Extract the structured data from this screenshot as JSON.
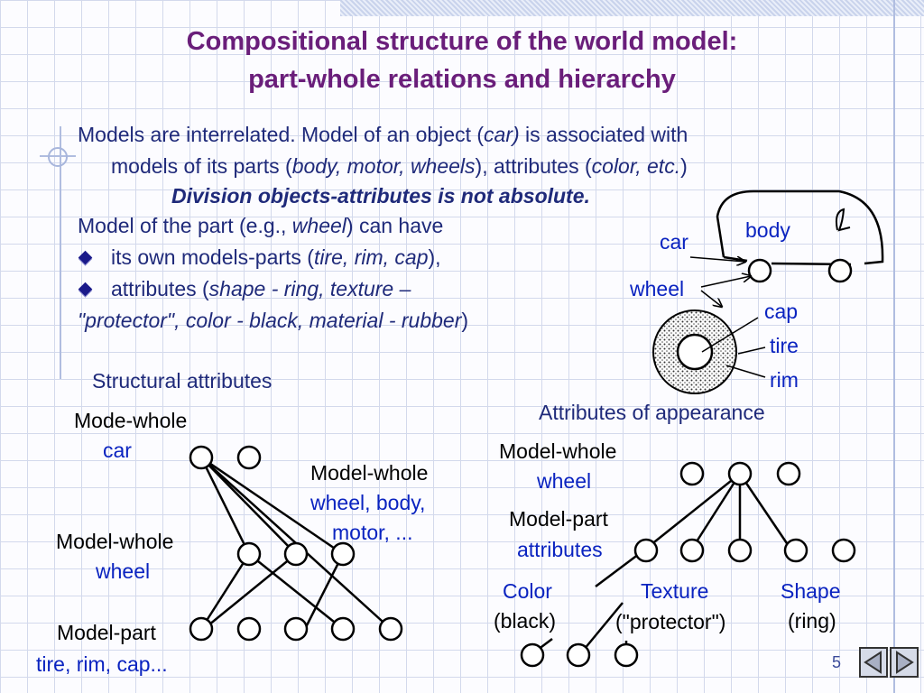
{
  "slide": {
    "title_line1": "Compositional structure of the world model:",
    "title_line2": "part-whole relations and hierarchy",
    "page_number": "5"
  },
  "intro": {
    "l1_a": "Models are interrelated. Model of an object (",
    "l1_b": "car)",
    "l1_c": " is associated with",
    "l2_a": "models of its parts (",
    "l2_b": "body, motor, wheels",
    "l2_c": "), attributes (",
    "l2_d": "color, etc.",
    "l2_e": ")",
    "l3": "Division objects-attributes is not absolute.",
    "l4_a": "Model of the part (e.g.,",
    "l4_b": "wheel",
    "l4_c": ") can have",
    "b1_a": "its own models-parts (",
    "b1_b": "tire, rim, cap",
    "b1_c": "),",
    "b2_a": "attributes (",
    "b2_b": "shape - ring, texture –",
    "l7_a": "\"protector\", color - black, material - rubber",
    "l7_b": ")"
  },
  "car_sketch": {
    "car": "car",
    "body": "body",
    "wheel": "wheel",
    "cap": "cap",
    "tire": "tire",
    "rim": "rim"
  },
  "structural": {
    "heading": "Structural attributes",
    "mode_whole": "Mode-whole",
    "car": "car",
    "model_whole_1": "Model-whole",
    "wheel_body_motor_1": "wheel, body,",
    "wheel_body_motor_2": "motor, ...",
    "model_whole_2": "Model-whole",
    "wheel": "wheel",
    "model_part": "Model-part",
    "tire_rim_cap": "tire, rim, cap..."
  },
  "appearance": {
    "heading": "Attributes of appearance",
    "model_whole": "Model-whole",
    "wheel": "wheel",
    "model_part": "Model-part",
    "attributes": "attributes",
    "color": "Color",
    "black": "(black)",
    "texture": "Texture",
    "protector": "(\"protector\")",
    "shape": "Shape",
    "ring": "(ring)"
  },
  "colors": {
    "title": "#6a1e7a",
    "body_text": "#1f2a7a",
    "blue_label": "#0a23c0"
  },
  "icons": [
    "bullet-diamond-icon",
    "prev-slide-icon",
    "next-slide-icon"
  ]
}
